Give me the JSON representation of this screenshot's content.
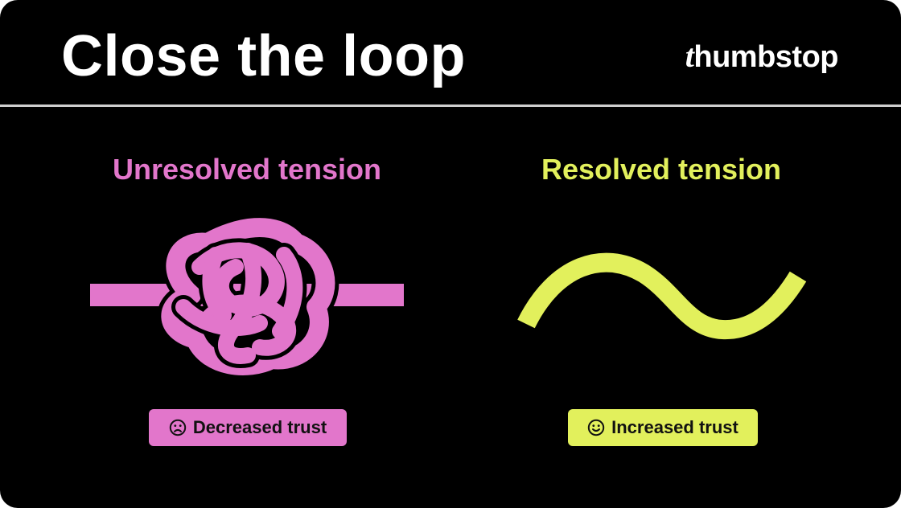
{
  "header": {
    "title": "Close the loop",
    "brand_lead": "t",
    "brand_rest": "humbstop"
  },
  "columns": [
    {
      "heading": "Unresolved tension",
      "badge_icon": "frown-face-icon",
      "badge_label": "Decreased trust",
      "color": "#e276cb"
    },
    {
      "heading": "Resolved tension",
      "badge_icon": "smile-face-icon",
      "badge_label": "Increased trust",
      "color": "#e2f05c"
    }
  ],
  "colors": {
    "background": "#000000",
    "text": "#ffffff",
    "divider": "#cfcfcf",
    "pink": "#e276cb",
    "lime": "#e2f05c"
  }
}
